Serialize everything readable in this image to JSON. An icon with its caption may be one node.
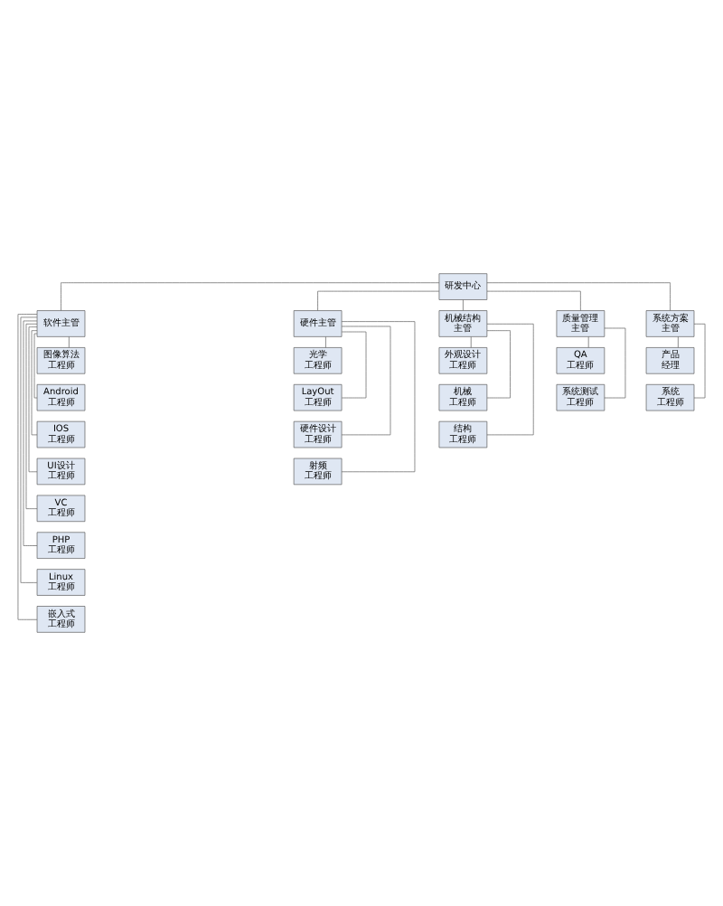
{
  "diagram": {
    "nodes": [
      {
        "text": [
          "研发中心"
        ]
      },
      {
        "text": [
          "软件主管"
        ]
      },
      {
        "text": [
          "硬件主管"
        ]
      },
      {
        "text": [
          "机械结构主管"
        ]
      },
      {
        "text": [
          "质量管理主管"
        ]
      },
      {
        "text": [
          "系统方案主管"
        ]
      },
      {
        "text": [
          "图像算法工程师"
        ]
      },
      {
        "text": [
          "Android工程师"
        ]
      },
      {
        "text": [
          "IOS工程师"
        ]
      },
      {
        "text": [
          "UI设计工程师"
        ]
      },
      {
        "text": [
          "VC工程师"
        ]
      },
      {
        "text": [
          "PHP工程师"
        ]
      },
      {
        "text": [
          "Linux工程师"
        ]
      },
      {
        "text": [
          "嵌入式工程师"
        ]
      },
      {
        "text": [
          "光学工程师"
        ]
      },
      {
        "text": [
          "LayOut工程师"
        ]
      },
      {
        "text": [
          "硬件设计工程师"
        ]
      },
      {
        "text": [
          "射频工程师"
        ]
      },
      {
        "text": [
          "外观设计工程师"
        ]
      },
      {
        "text": [
          "机械工程师"
        ]
      },
      {
        "text": [
          "结构工程师"
        ]
      },
      {
        "text": [
          "QA工程师"
        ]
      },
      {
        "text": [
          "系统测试工程师"
        ]
      },
      {
        "text": [
          "产品经理"
        ]
      },
      {
        "text": [
          "系统工程师"
        ]
      }
    ],
    "edges": [
      {
        "from": 0,
        "to": 1,
        "arrow": "none"
      },
      {
        "from": 0,
        "to": 2,
        "arrow": "none"
      },
      {
        "from": 0,
        "to": 3,
        "arrow": "none"
      },
      {
        "from": 0,
        "to": 4,
        "arrow": "none"
      },
      {
        "from": 0,
        "to": 5,
        "arrow": "none"
      },
      {
        "from": 1,
        "to": 6,
        "arrow": "none"
      },
      {
        "from": 1,
        "to": 7,
        "arrow": "none"
      },
      {
        "from": 1,
        "to": 8,
        "arrow": "none"
      },
      {
        "from": 1,
        "to": 9,
        "arrow": "none"
      },
      {
        "from": 1,
        "to": 10,
        "arrow": "none"
      },
      {
        "from": 1,
        "to": 11,
        "arrow": "none"
      },
      {
        "from": 1,
        "to": 12,
        "arrow": "none"
      },
      {
        "from": 1,
        "to": 13,
        "arrow": "none"
      },
      {
        "from": 2,
        "to": 14,
        "arrow": "none"
      },
      {
        "from": 2,
        "to": 15,
        "arrow": "none"
      },
      {
        "from": 2,
        "to": 16,
        "arrow": "none"
      },
      {
        "from": 2,
        "to": 17,
        "arrow": "none"
      },
      {
        "from": 3,
        "to": 18,
        "arrow": "none"
      },
      {
        "from": 3,
        "to": 19,
        "arrow": "none"
      },
      {
        "from": 3,
        "to": 20,
        "arrow": "none"
      },
      {
        "from": 4,
        "to": 21,
        "arrow": "none"
      },
      {
        "from": 4,
        "to": 22,
        "arrow": "none"
      },
      {
        "from": 5,
        "to": 23,
        "arrow": "none"
      },
      {
        "from": 5,
        "to": 24,
        "arrow": "none"
      }
    ]
  }
}
